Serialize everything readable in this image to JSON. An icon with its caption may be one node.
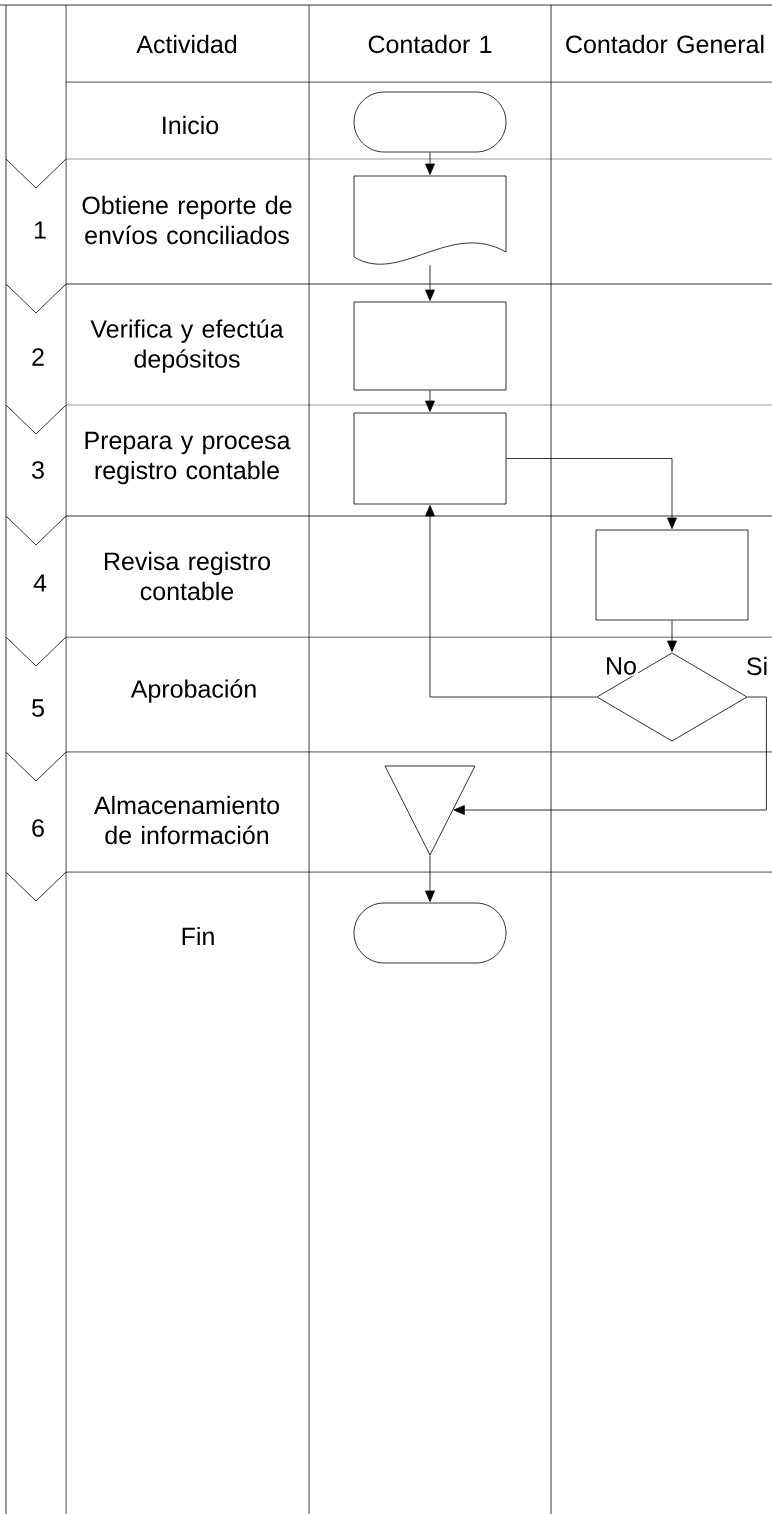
{
  "diagram": {
    "nodes": [
      {
        "text": [],
        "shape": "capsule"
      },
      {
        "text": [],
        "shape": "document"
      },
      {
        "text": [],
        "shape": "box"
      },
      {
        "text": [],
        "shape": "box"
      },
      {
        "text": [],
        "shape": "box"
      },
      {
        "text": [],
        "shape": "diamond"
      },
      {
        "text": [],
        "shape": "triangle"
      },
      {
        "text": [],
        "shape": "capsule"
      }
    ],
    "edges": [
      {
        "from": 0,
        "to": 1,
        "arrow": "to"
      },
      {
        "from": 1,
        "to": 2,
        "arrow": "to"
      },
      {
        "from": 2,
        "to": 3,
        "arrow": "to"
      },
      {
        "from": 3,
        "to": 4,
        "arrow": "to"
      },
      {
        "from": 4,
        "to": 5,
        "arrow": "to"
      },
      {
        "from": 5,
        "to": 3,
        "arrow": "to",
        "label": "No"
      },
      {
        "from": 5,
        "to": 6,
        "arrow": "to",
        "label": "Si"
      },
      {
        "from": 6,
        "to": 7,
        "arrow": "to"
      }
    ],
    "labels": [
      "Actividad",
      "Contador 1",
      "Contador General",
      "Inicio",
      "1",
      "Obtiene reporte de envíos conciliados",
      "2",
      "Verifica y efectúa depósitos",
      "3",
      "Prepara y procesa registro contable",
      "4",
      "Revisa registro contable",
      "5",
      "Aprobación",
      "6",
      "Almacenamiento de información",
      "Fin"
    ]
  }
}
